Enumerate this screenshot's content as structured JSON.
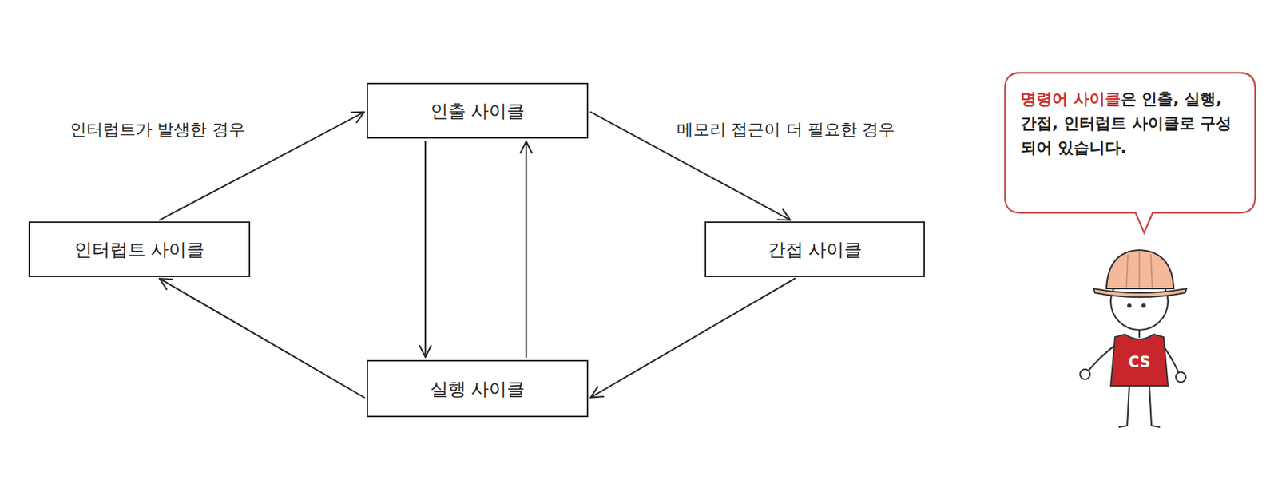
{
  "diagram": {
    "nodes": [
      {
        "text": [
          "인출 사이클"
        ]
      },
      {
        "text": [
          "명령어 사이클은 인출, 실행, 간접, 인터럽트 사이클로 구성되어 있습니다."
        ]
      },
      {
        "text": [
          "인터럽트 사이클"
        ]
      },
      {
        "text": [
          "간접 사이클"
        ]
      },
      {
        "text": [
          "실행 사이클"
        ]
      }
    ],
    "edges": [
      {
        "from": 0,
        "to": 4,
        "arrow": "to"
      },
      {
        "from": 4,
        "to": 0,
        "arrow": "to"
      },
      {
        "from": 0,
        "to": 3,
        "label": "메모리 접근이 더 필요한 경우",
        "arrow": "to"
      },
      {
        "from": 3,
        "to": 4,
        "arrow": "to"
      },
      {
        "from": 4,
        "to": 2,
        "arrow": "to"
      },
      {
        "from": 2,
        "to": 0,
        "label": "인터럽트가 발생한 경우",
        "arrow": "to"
      }
    ],
    "labels": [
      "CS"
    ]
  }
}
